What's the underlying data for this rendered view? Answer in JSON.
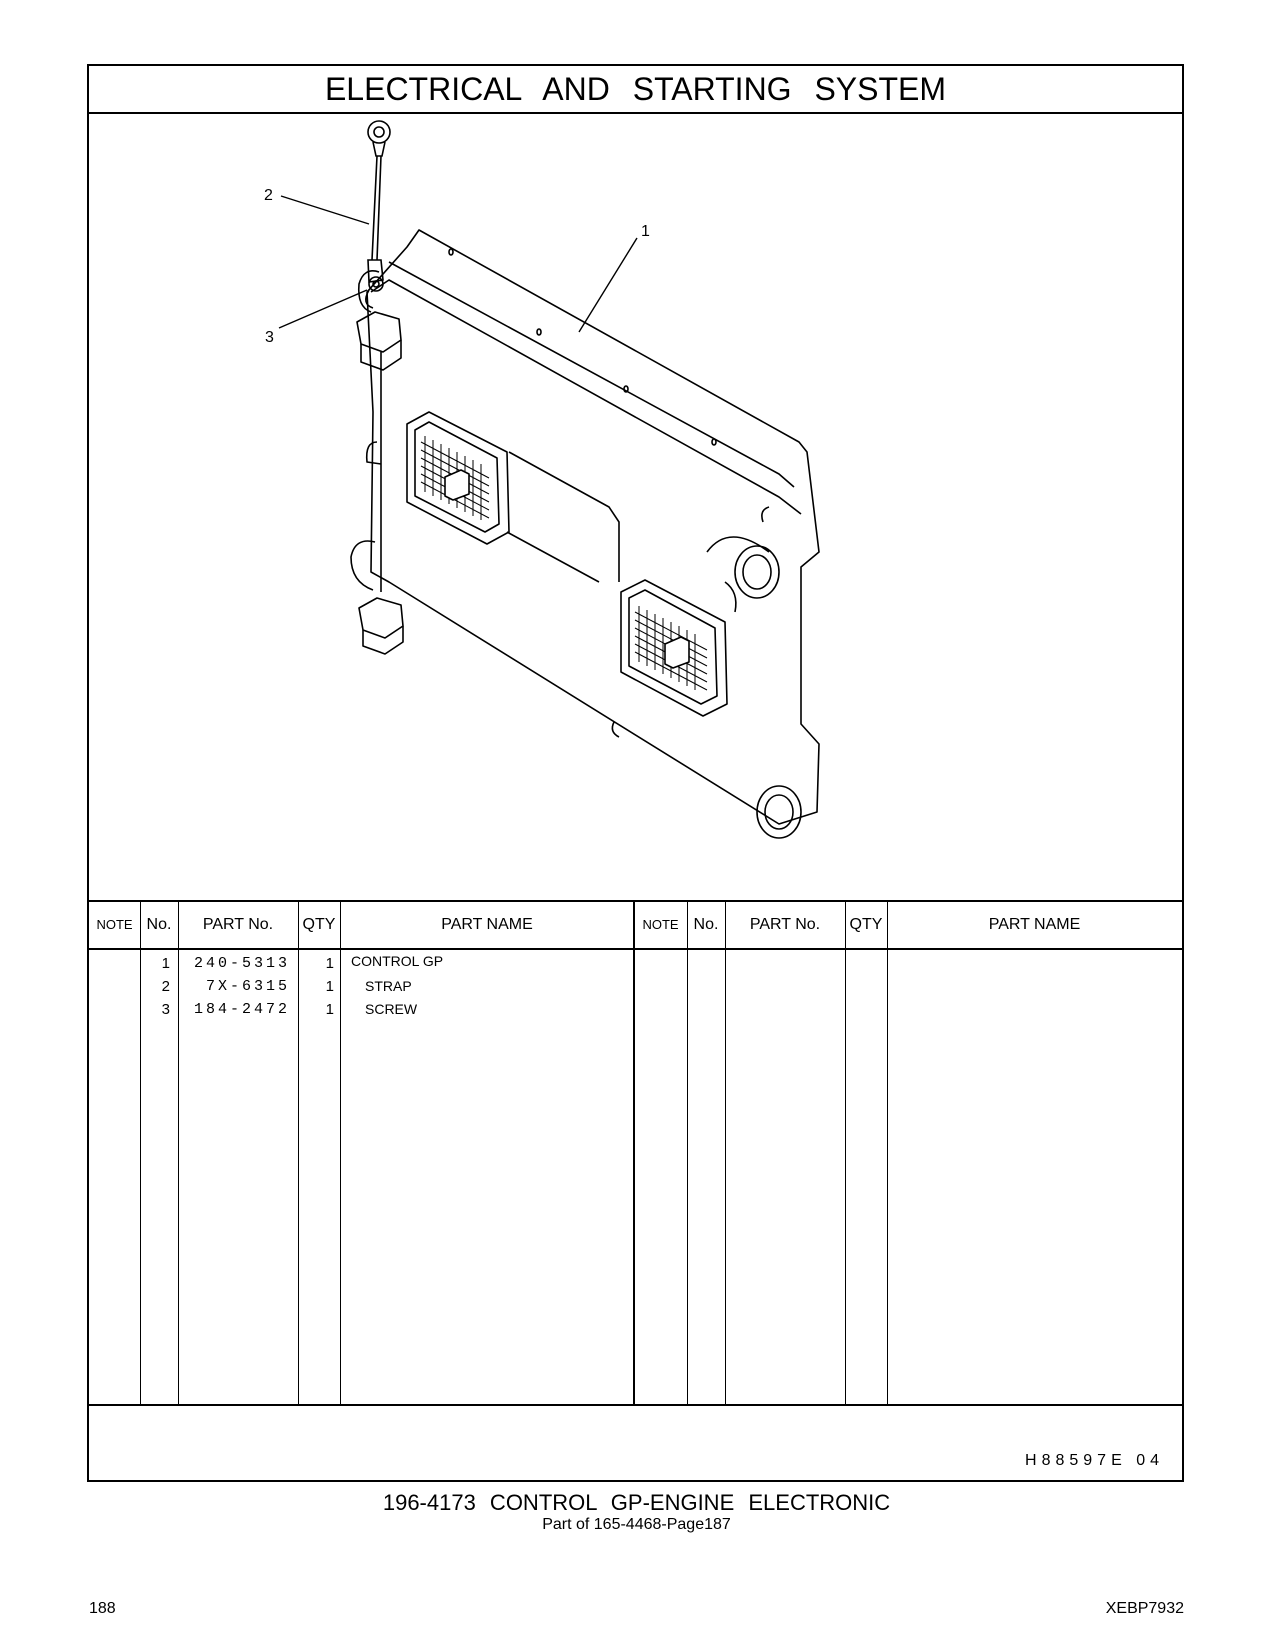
{
  "header": {
    "title": "ELECTRICAL AND STARTING SYSTEM"
  },
  "illustration": {
    "callouts": [
      "1",
      "2",
      "3"
    ]
  },
  "table": {
    "columns": [
      "NOTE",
      "No.",
      "PART No.",
      "QTY",
      "PART NAME"
    ],
    "rows": [
      {
        "no": "1",
        "part_no": "240-5313",
        "qty": "1",
        "part_name": "CONTROL GP"
      },
      {
        "no": "2",
        "part_no": "7X-6315",
        "qty": "1",
        "part_name": "STRAP"
      },
      {
        "no": "3",
        "part_no": "184-2472",
        "qty": "1",
        "part_name": "SCREW"
      }
    ],
    "illustration_code": "H88597E 04"
  },
  "caption": {
    "main": "196-4173 CONTROL GP-ENGINE ELECTRONIC",
    "sub": "Part of 165-4468-Page187"
  },
  "footer": {
    "page_number": "188",
    "doc_id": "XEBP7932"
  }
}
